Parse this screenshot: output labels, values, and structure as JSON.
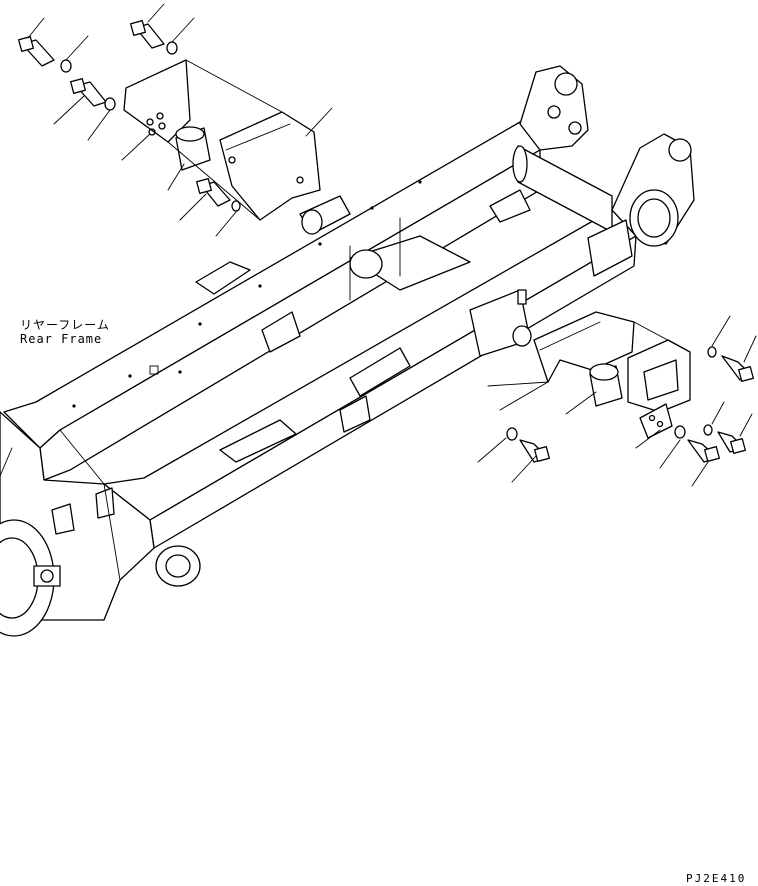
{
  "diagram": {
    "callout_name_jp": "リヤーフレーム",
    "callout_name_en": "Rear Frame",
    "drawing_code": "PJ2E410"
  },
  "colors": {
    "line": "#000000",
    "background": "#ffffff"
  }
}
